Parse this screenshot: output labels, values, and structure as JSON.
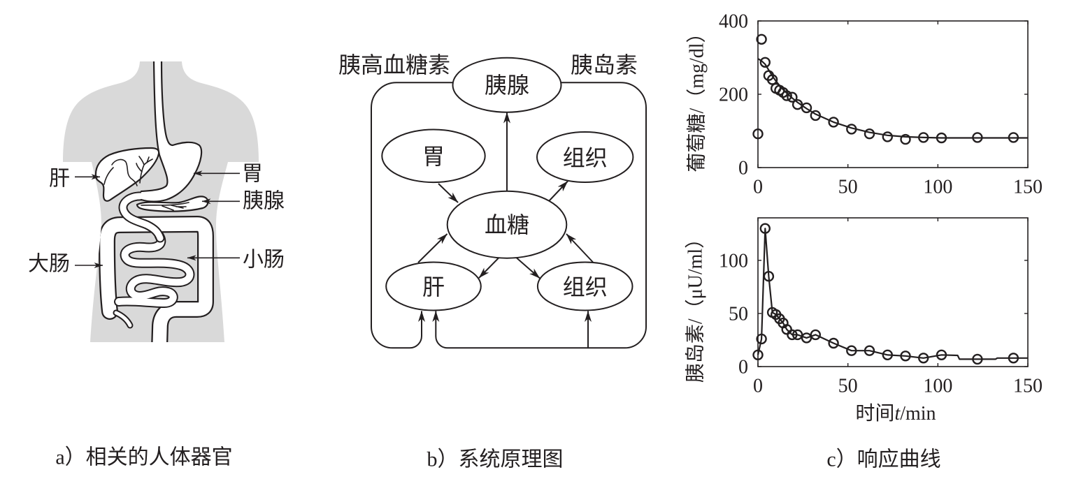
{
  "panel_a": {
    "caption": "a）相关的人体器官",
    "labels": {
      "liver": "肝",
      "stomach": "胃",
      "pancreas": "胰腺",
      "large_intestine": "大肠",
      "small_intestine": "小肠"
    },
    "colors": {
      "body_silhouette": "#d9d9d9",
      "ink": "#231f20"
    }
  },
  "panel_b": {
    "caption": "b）系统原理图",
    "signals": {
      "glucagon": "胰高血糖素",
      "insulin": "胰岛素"
    },
    "nodes": {
      "pancreas": "胰腺",
      "stomach": "胃",
      "tissue_upper": "组织",
      "blood_glucose": "血糖",
      "liver": "肝",
      "tissue_lower": "组织"
    },
    "edges": [
      {
        "from": "blood_glucose",
        "to": "pancreas"
      },
      {
        "from": "stomach",
        "to": "blood_glucose"
      },
      {
        "from": "blood_glucose",
        "to": "tissue_upper"
      },
      {
        "from": "liver",
        "to": "blood_glucose"
      },
      {
        "from": "blood_glucose",
        "to": "liver"
      },
      {
        "from": "blood_glucose",
        "to": "tissue_lower"
      },
      {
        "from": "tissue_lower",
        "to": "blood_glucose"
      },
      {
        "from": "pancreas",
        "to": "liver",
        "signal": "glucagon"
      },
      {
        "from": "pancreas",
        "to": "liver",
        "signal": "insulin"
      },
      {
        "from": "pancreas",
        "to": "tissue_lower",
        "signal": "insulin"
      }
    ]
  },
  "panel_c": {
    "caption": "c）响应曲线"
  },
  "chart_data": [
    {
      "id": "glucose",
      "type": "line",
      "title": "",
      "xlabel": "",
      "ylabel": "葡萄糖/（mg/dl）",
      "xlim": [
        0,
        150
      ],
      "ylim": [
        0,
        400
      ],
      "xticks": [
        0,
        50,
        100,
        150
      ],
      "yticks": [
        0,
        200,
        400
      ],
      "grid": false,
      "legend": "none",
      "series": [
        {
          "name": "measured glucose",
          "mark": "circle",
          "x": [
            0,
            2,
            4,
            6,
            8,
            10,
            12,
            14,
            16,
            19,
            22,
            27,
            32,
            42,
            52,
            62,
            72,
            82,
            92,
            102,
            122,
            142
          ],
          "y": [
            92,
            350,
            287,
            251,
            240,
            216,
            211,
            205,
            196,
            192,
            172,
            163,
            142,
            124,
            105,
            92,
            84,
            77,
            82,
            81,
            82,
            82
          ]
        },
        {
          "name": "model response",
          "mark": "line",
          "x": [
            0,
            2,
            4,
            6,
            8,
            10,
            12,
            14,
            16,
            19,
            22,
            27,
            32,
            42,
            52,
            62,
            72,
            82,
            92,
            102,
            122,
            142,
            150
          ],
          "y": [
            297,
            291,
            282,
            266,
            250,
            236,
            224,
            213,
            203,
            190,
            178,
            161,
            146,
            124,
            108,
            96,
            88,
            84,
            82,
            81,
            81,
            81,
            81
          ]
        }
      ]
    },
    {
      "id": "insulin",
      "type": "line",
      "title": "",
      "xlabel": "时间t/min",
      "xlabel_parts": [
        "时间",
        "t",
        "/min"
      ],
      "ylabel": "胰岛素/（μU/ml）",
      "xlim": [
        0,
        150
      ],
      "ylim": [
        0,
        140
      ],
      "xticks": [
        0,
        50,
        100,
        150
      ],
      "yticks": [
        0,
        50,
        100
      ],
      "grid": false,
      "legend": "none",
      "series": [
        {
          "name": "measured insulin",
          "mark": "circle",
          "x": [
            0,
            2,
            4,
            6,
            8,
            10,
            12,
            14,
            16,
            19,
            22,
            27,
            32,
            42,
            52,
            62,
            72,
            82,
            92,
            102,
            122,
            142
          ],
          "y": [
            11,
            26,
            130,
            85,
            51,
            49,
            45,
            41,
            35,
            30,
            30,
            27,
            30,
            22,
            15,
            15,
            11,
            10,
            8,
            11,
            7,
            8
          ]
        },
        {
          "name": "model response",
          "mark": "line",
          "x": [
            0,
            2,
            4,
            6,
            8,
            10,
            12,
            14,
            16,
            19,
            22,
            27,
            32,
            42,
            52,
            62,
            72,
            82,
            92,
            102,
            111,
            112,
            132,
            133,
            150
          ],
          "y": [
            11,
            26,
            130,
            85,
            51,
            49,
            45,
            41,
            35,
            30,
            30,
            27,
            30,
            22,
            15,
            15,
            11,
            10,
            8,
            11,
            10.5,
            7,
            7,
            8,
            8
          ]
        }
      ]
    }
  ]
}
